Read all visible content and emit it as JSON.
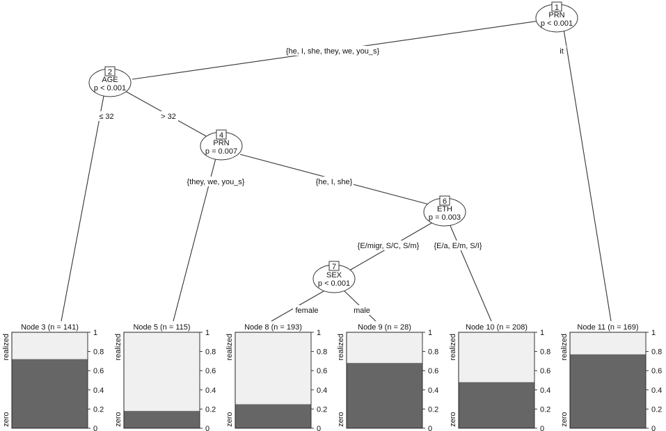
{
  "colors": {
    "realized": "#f0f0f0",
    "zero": "#666666"
  },
  "inner_nodes": [
    {
      "id": "1",
      "var": "PRN",
      "p": "p < 0.001"
    },
    {
      "id": "2",
      "var": "AGE",
      "p": "p < 0.001"
    },
    {
      "id": "4",
      "var": "PRN",
      "p": "p = 0.007"
    },
    {
      "id": "6",
      "var": "ETH",
      "p": "p = 0.003"
    },
    {
      "id": "7",
      "var": "SEX",
      "p": "p < 0.001"
    }
  ],
  "edge_labels": [
    "{he, I, she, they, we, you_s}",
    "it",
    "≤ 32",
    "> 32",
    "{they, we, you_s}",
    "{he, I, she}",
    "{E/migr, S/C, S/m}",
    "{E/a, E/m, S/I}",
    "female",
    "male"
  ],
  "terminal_nodes": [
    {
      "label": "Node 3 (n = 141)",
      "realized": 0.28
    },
    {
      "label": "Node 5 (n = 115)",
      "realized": 0.82
    },
    {
      "label": "Node 8 (n = 193)",
      "realized": 0.75
    },
    {
      "label": "Node 9 (n = 28)",
      "realized": 0.32
    },
    {
      "label": "Node 10 (n = 208)",
      "realized": 0.52
    },
    {
      "label": "Node 11 (n = 169)",
      "realized": 0.23
    }
  ],
  "axis": {
    "ticks": [
      "1",
      "0.8",
      "0.6",
      "0.4",
      "0.2",
      "0"
    ],
    "category_top": "realized",
    "category_bottom": "zero"
  }
}
